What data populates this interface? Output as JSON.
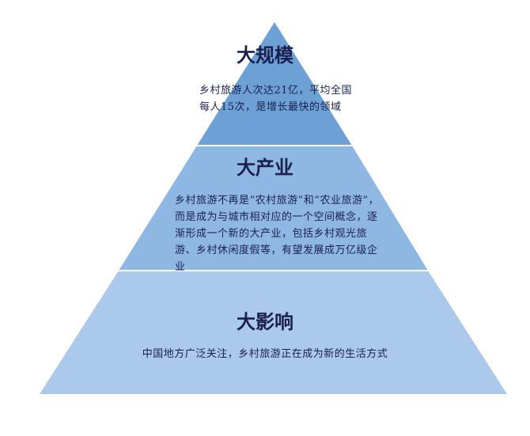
{
  "colors": {
    "top": "#6da1d6",
    "middle": "#8fb7e3",
    "bottom": "#abc9ea",
    "divider": "#ffffff",
    "text": "#1a1f4e"
  },
  "tiers": [
    {
      "title": "大规模",
      "description": "乡村旅游人次达21亿，平均全国每人15次，是增长最快的领域"
    },
    {
      "title": "大产业",
      "description": "乡村旅游不再是“农村旅游”和“农业旅游”，而是成为与城市相对应的一个空间概念，逐渐形成一个新的大产业，包括乡村观光旅游、乡村休闲度假等，有望发展成万亿级企业"
    },
    {
      "title": "大影响",
      "description": "中国地方广泛关注，乡村旅游正在成为新的生活方式"
    }
  ]
}
